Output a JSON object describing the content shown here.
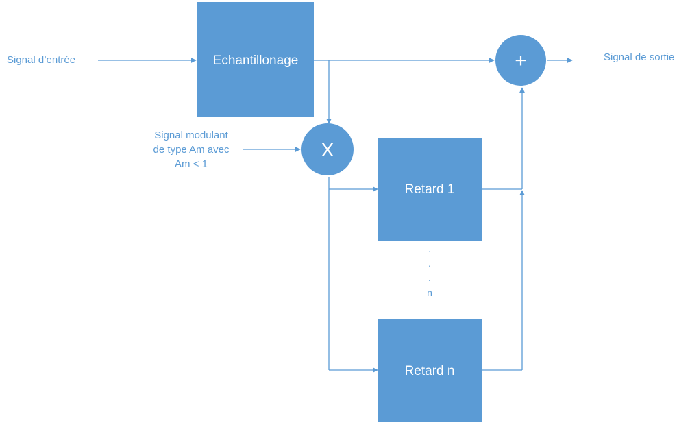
{
  "colors": {
    "block_fill": "#5b9bd5",
    "block_text": "#ffffff",
    "wire": "#5b9bd5",
    "label_text": "#5b9bd5",
    "background": "#ffffff"
  },
  "labels": {
    "input_signal": "Signal d’entrée",
    "output_signal": "Signal de sortie",
    "modulating_line1": "Signal modulant",
    "modulating_line2": "de type Am avec",
    "modulating_line3": "Am < 1"
  },
  "blocks": {
    "sampling": "Echantillonage",
    "delay_1": "Retard 1",
    "delay_n": "Retard n"
  },
  "operators": {
    "multiply": "X",
    "sum": "+"
  },
  "ellipsis": {
    "dot_1": ".",
    "dot_2": ".",
    "dot_3": ".",
    "last": "n"
  }
}
